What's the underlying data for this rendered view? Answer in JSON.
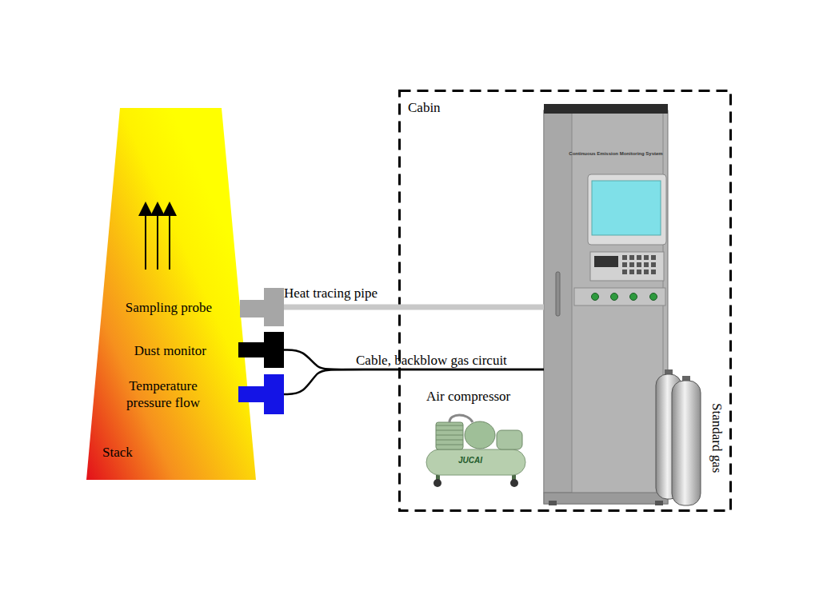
{
  "diagram": {
    "nodes": [
      {
        "text": [
          "Stack"
        ]
      },
      {
        "text": [
          "Sampling probe"
        ],
        "in": 0
      },
      {
        "text": [
          "Dust monitor"
        ],
        "in": 0
      },
      {
        "text": [
          "Temperature pressure flow"
        ],
        "in": 0
      },
      {
        "text": [
          "Cabin"
        ]
      },
      {
        "text": [
          "Continuous Emission Monitoring System"
        ],
        "in": 4
      },
      {
        "text": [
          "Air compressor",
          "JUCAI"
        ],
        "in": 4
      },
      {
        "text": [
          "Standard gas"
        ],
        "in": 4
      }
    ],
    "edges": [
      {
        "from": 1,
        "to": 5,
        "arrow": "none",
        "label": "Heat tracing pipe"
      },
      {
        "from": 2,
        "to": 5,
        "arrow": "none",
        "label": "Cable, backblow gas circuit"
      },
      {
        "from": 3,
        "to": 5,
        "arrow": "none"
      }
    ]
  }
}
